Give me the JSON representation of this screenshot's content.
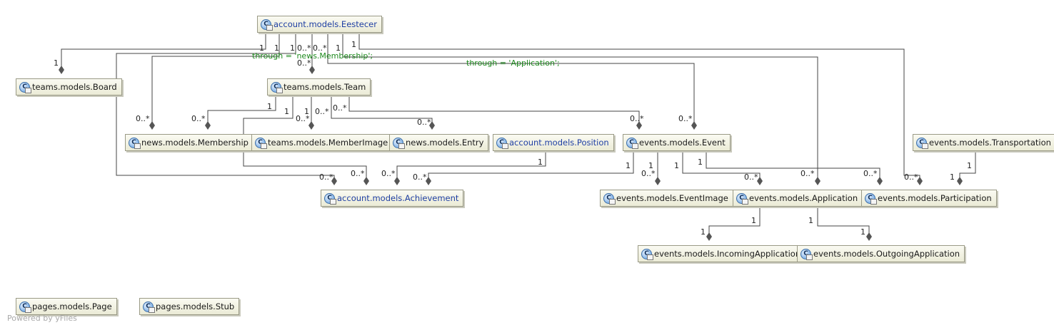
{
  "nodes": {
    "eestecer": "account.models.Eestecer",
    "board": "teams.models.Board",
    "team": "teams.models.Team",
    "membership": "news.models.Membership",
    "member_image": "teams.models.MemberImage",
    "entry": "news.models.Entry",
    "position": "account.models.Position",
    "event": "events.models.Event",
    "transportation": "events.models.Transportation",
    "achievement": "account.models.Achievement",
    "event_image": "events.models.EventImage",
    "application": "events.models.Application",
    "participation": "events.models.Participation",
    "incoming_application": "events.models.IncomingApplication",
    "outgoing_application": "events.models.OutgoingApplication",
    "page": "pages.models.Page",
    "stub": "pages.models.Stub"
  },
  "class_icon_glyph": "C",
  "notes": {
    "membership": "through = 'news.Membership';",
    "application": "through = 'Application';"
  },
  "multiplicity": {
    "one": "1",
    "many": "0..*"
  },
  "footer": "Powered by yFiles",
  "colors": {
    "edge": "#444444",
    "diamond": "#555555",
    "linked_text": "#1f3fa3",
    "note_text": "#1e8a1e"
  }
}
